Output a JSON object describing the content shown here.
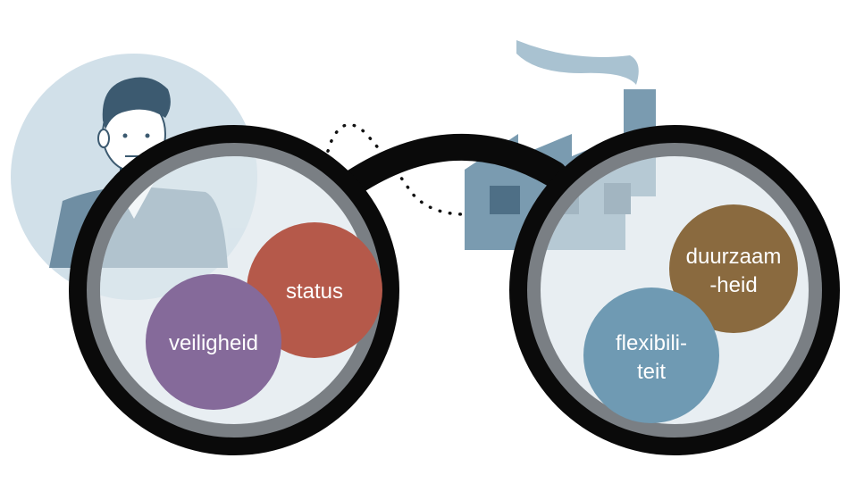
{
  "left_lens": {
    "bubbles": [
      {
        "id": "status",
        "lines": [
          "status"
        ],
        "color": "#b5594a"
      },
      {
        "id": "veiligheid",
        "lines": [
          "veiligheid"
        ],
        "color": "#856a9a"
      }
    ]
  },
  "right_lens": {
    "bubbles": [
      {
        "id": "duurzaamheid",
        "lines": [
          "duurzaam",
          "-heid"
        ],
        "color": "#8a6a3f"
      },
      {
        "id": "flexibiliteit",
        "lines": [
          "flexibili-",
          "teit"
        ],
        "color": "#6f9ab3"
      }
    ]
  },
  "palette": {
    "frame": "#0a0a0a",
    "rim": "#7a7f84",
    "lens_fill": "#e8eef2",
    "person_bg": "#c9dbe5",
    "person_suit": "#6f8ea3",
    "person_hair": "#3c5a70",
    "factory": "#7a9bb0",
    "factory_dark": "#4e6f86",
    "smoke": "#a9c2d1"
  },
  "icons": [
    "person-icon",
    "factory-icon"
  ]
}
